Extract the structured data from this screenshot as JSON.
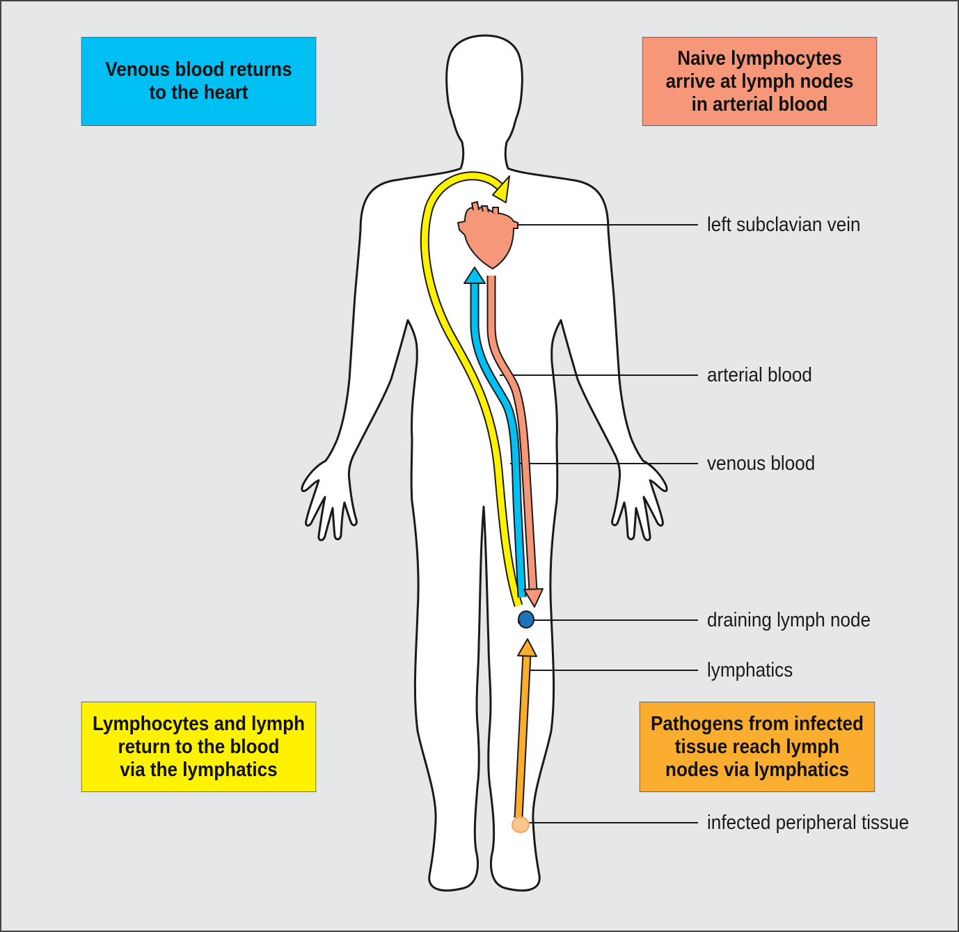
{
  "boxes": {
    "venous_return": {
      "text": "Venous blood returns\nto the heart",
      "color": "#00bff3"
    },
    "naive_lymphocytes": {
      "text": "Naive lymphocytes\narrive at lymph nodes\nin arterial blood",
      "color": "#f7977a"
    },
    "lymph_return": {
      "text": "Lymphocytes and lymph\nreturn to the blood\nvia the lymphatics",
      "color": "#fff200"
    },
    "pathogens": {
      "text": "Pathogens from infected\ntissue reach lymph\nnodes via lymphatics",
      "color": "#fbad30"
    }
  },
  "labels": {
    "left_subclavian_vein": "left subclavian vein",
    "arterial_blood": "arterial blood",
    "venous_blood": "venous blood",
    "draining_lymph_node": "draining lymph node",
    "lymphatics": "lymphatics",
    "infected_peripheral_tissue": "infected peripheral tissue"
  },
  "colors": {
    "background": "#e6e7e8",
    "body_fill": "#ffffff",
    "heart": "#f7977a",
    "arterial": "#f7977a",
    "venous": "#00bff3",
    "lymph_return_arrow": "#fff200",
    "lymphatics_arrow": "#fbad30",
    "lymph_node": "#1c75bc",
    "infected_tissue": "#fbc78f"
  }
}
